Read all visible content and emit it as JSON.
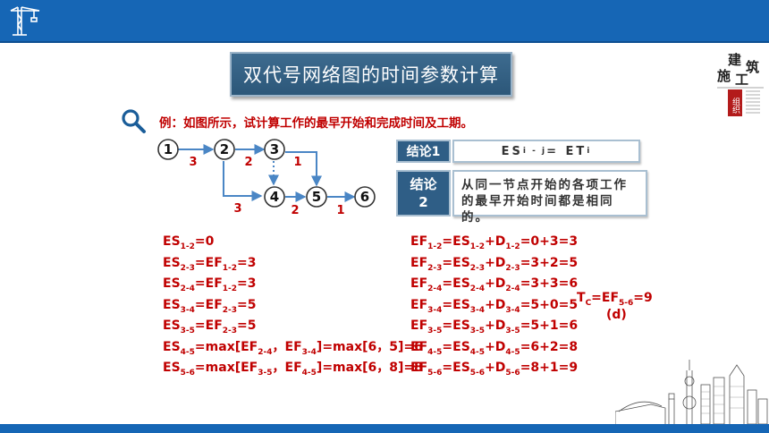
{
  "title": "双代号网络图的时间参数计算",
  "example_text": "例：如图所示，试计算工作的最早开始和完成时间及工期。",
  "network": {
    "nodes": [
      "1",
      "2",
      "3",
      "4",
      "5",
      "6"
    ],
    "durations": {
      "d12": "3",
      "d23": "2",
      "d35": "1",
      "d24": "3",
      "d45": "2",
      "d56": "1"
    }
  },
  "conclusion1": {
    "tag": "结论1",
    "es": "ES",
    "sub": "i - j",
    "eq": " = ET",
    "sub2": "i"
  },
  "conclusion2": {
    "tag_line1": "结论",
    "tag_line2": "2",
    "line1": "从同一节点开始的各项工作",
    "line2": "的最早开始时间都是相同的。"
  },
  "logo": {
    "chars": [
      "建",
      "筑",
      "施",
      "工"
    ],
    "seal": "组织"
  },
  "left_formulas": [
    {
      "pre": "ES",
      "sub": "1-2",
      "post": "=0"
    },
    {
      "pre": "ES",
      "sub": "2-3",
      "post": "=EF",
      "sub2": "1-2",
      "post2": "=3"
    },
    {
      "pre": "ES",
      "sub": "2-4",
      "post": "=EF",
      "sub2": "1-2",
      "post2": "=3"
    },
    {
      "pre": "ES",
      "sub": "3-4",
      "post": "=EF",
      "sub2": "2-3",
      "post2": "=5"
    },
    {
      "pre": "ES",
      "sub": "3-5",
      "post": "=EF",
      "sub2": "2-3",
      "post2": "=5"
    },
    {
      "pre": "ES",
      "sub": "4-5",
      "post": "=max[EF",
      "sub2": "2-4",
      "post2": "，EF",
      "sub3": "3-4",
      "post3": "]=max[6，5]=6"
    },
    {
      "pre": "ES",
      "sub": "5-6",
      "post": "=max[EF",
      "sub2": "3-5",
      "post2": "，EF",
      "sub3": "4-5",
      "post3": "]=max[6，8]=8"
    }
  ],
  "right_formulas": [
    {
      "a": "EF",
      "s1": "1-2",
      "b": "=ES",
      "s2": "1-2",
      "c": "+D",
      "s3": "1-2",
      "d": "=0+3=3"
    },
    {
      "a": "EF",
      "s1": "2-3",
      "b": "=ES",
      "s2": "2-3",
      "c": "+D",
      "s3": "2-3",
      "d": "=3+2=5"
    },
    {
      "a": "EF",
      "s1": "2-4",
      "b": "=ES",
      "s2": "2-4",
      "c": "+D",
      "s3": "2-4",
      "d": "=3+3=6"
    },
    {
      "a": "EF",
      "s1": "3-4",
      "b": "=ES",
      "s2": "3-4",
      "c": "+D",
      "s3": "3-4",
      "d": "=5+0=5"
    },
    {
      "a": "EF",
      "s1": "3-5",
      "b": "=ES",
      "s2": "3-5",
      "c": "+D",
      "s3": "3-5",
      "d": "=5+1=6"
    },
    {
      "a": "EF",
      "s1": "4-5",
      "b": "=ES",
      "s2": "4-5",
      "c": "+D",
      "s3": "4-5",
      "d": "=6+2=8"
    },
    {
      "a": "EF",
      "s1": "5-6",
      "b": "=ES",
      "s2": "5-6",
      "c": "+D",
      "s3": "5-6",
      "d": "=8+1=9"
    }
  ],
  "total_time": {
    "pre": "T",
    "sub": "C",
    "post": "=EF",
    "sub2": "5-6",
    "post2": "=9",
    "note": "(d)"
  },
  "colors": {
    "header": "#1666b5",
    "title_bg": "#2c5779",
    "accent_red": "#c00000",
    "node_blue": "#4a86c5"
  }
}
